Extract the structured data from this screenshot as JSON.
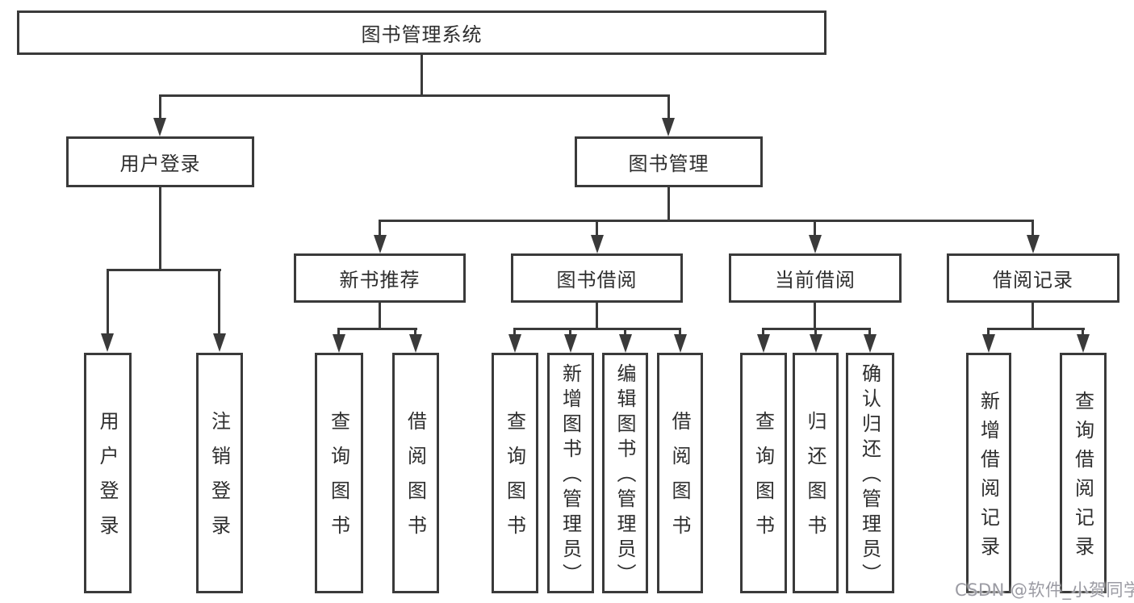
{
  "colors": {
    "line": "#3a3a3a",
    "text": "#2e2e2e",
    "watermark_text": "#9b9ba3",
    "background": "#ffffff"
  },
  "diagram": {
    "root": {
      "label": "图书管理系统"
    },
    "branches": [
      {
        "label": "用户登录",
        "leaves": [
          {
            "label": "用户登录"
          },
          {
            "label": "注销登录"
          }
        ]
      },
      {
        "label": "图书管理",
        "sections": [
          {
            "label": "新书推荐",
            "leaves": [
              {
                "label": "查询图书"
              },
              {
                "label": "借阅图书"
              }
            ]
          },
          {
            "label": "图书借阅",
            "leaves": [
              {
                "label": "查询图书"
              },
              {
                "label": "新增图书（管理员）"
              },
              {
                "label": "编辑图书（管理员）"
              },
              {
                "label": "借阅图书"
              }
            ]
          },
          {
            "label": "当前借阅",
            "leaves": [
              {
                "label": "查询图书"
              },
              {
                "label": "归还图书"
              },
              {
                "label": "确认归还（管理员）"
              }
            ]
          },
          {
            "label": "借阅记录",
            "leaves": [
              {
                "label": "新增借阅记录"
              },
              {
                "label": "查询借阅记录"
              }
            ]
          }
        ]
      }
    ]
  },
  "watermark": {
    "text": "CSDN @软件_小贺同学"
  }
}
